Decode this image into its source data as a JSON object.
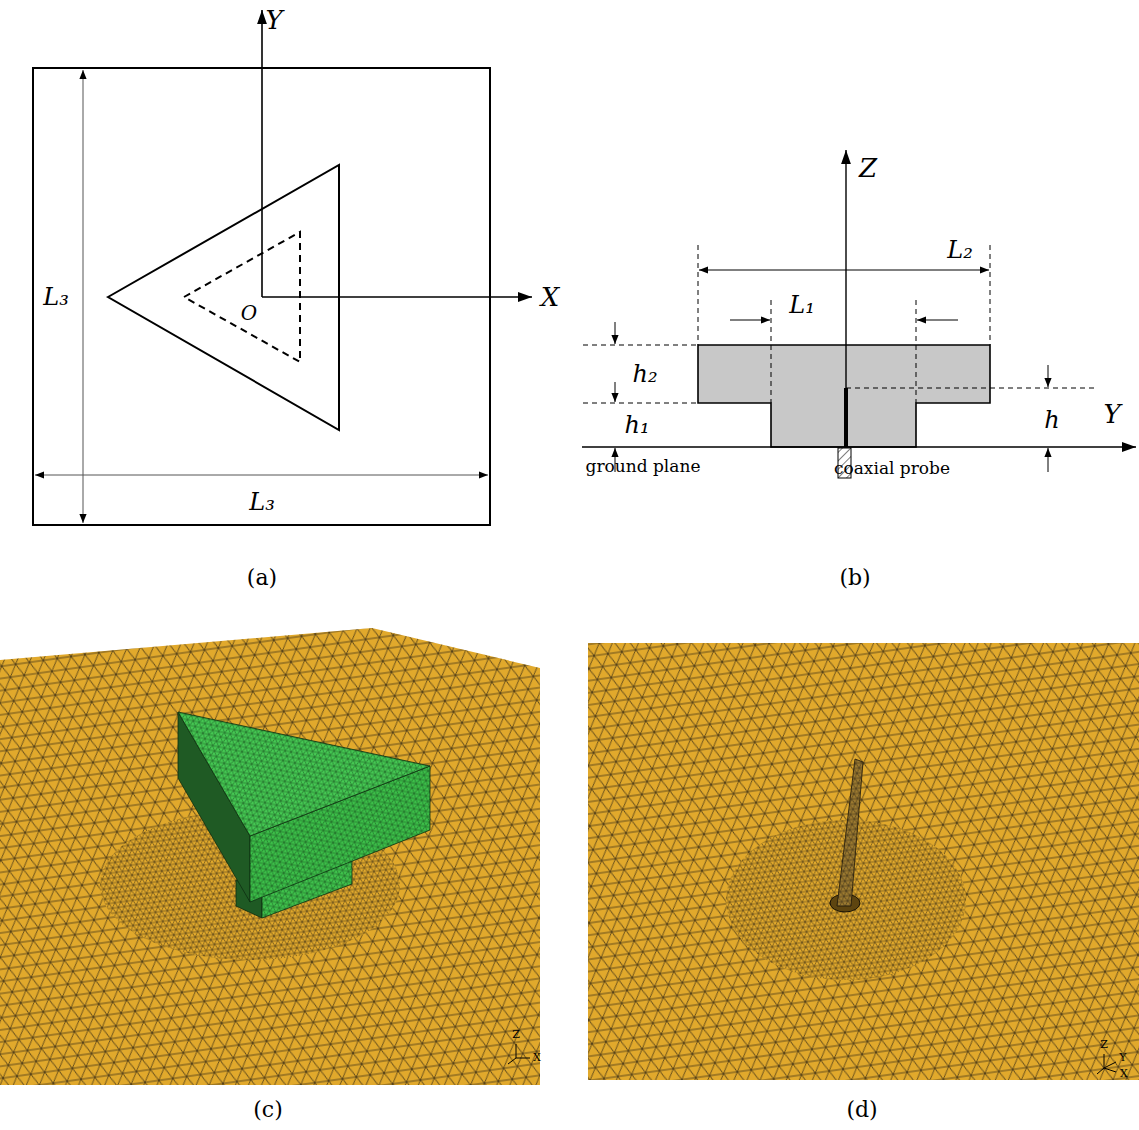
{
  "diagram": {
    "labels": [
      "Y",
      "X",
      "O",
      "L₃",
      "L₃",
      "(a)",
      "Z",
      "L₂",
      "L₁",
      "h₂",
      "h₁",
      "h",
      "Y",
      "ground plane",
      "coaxial probe",
      "(b)",
      "Z",
      "X",
      "(c)",
      "Z",
      "Y",
      "X",
      "(d)"
    ]
  }
}
